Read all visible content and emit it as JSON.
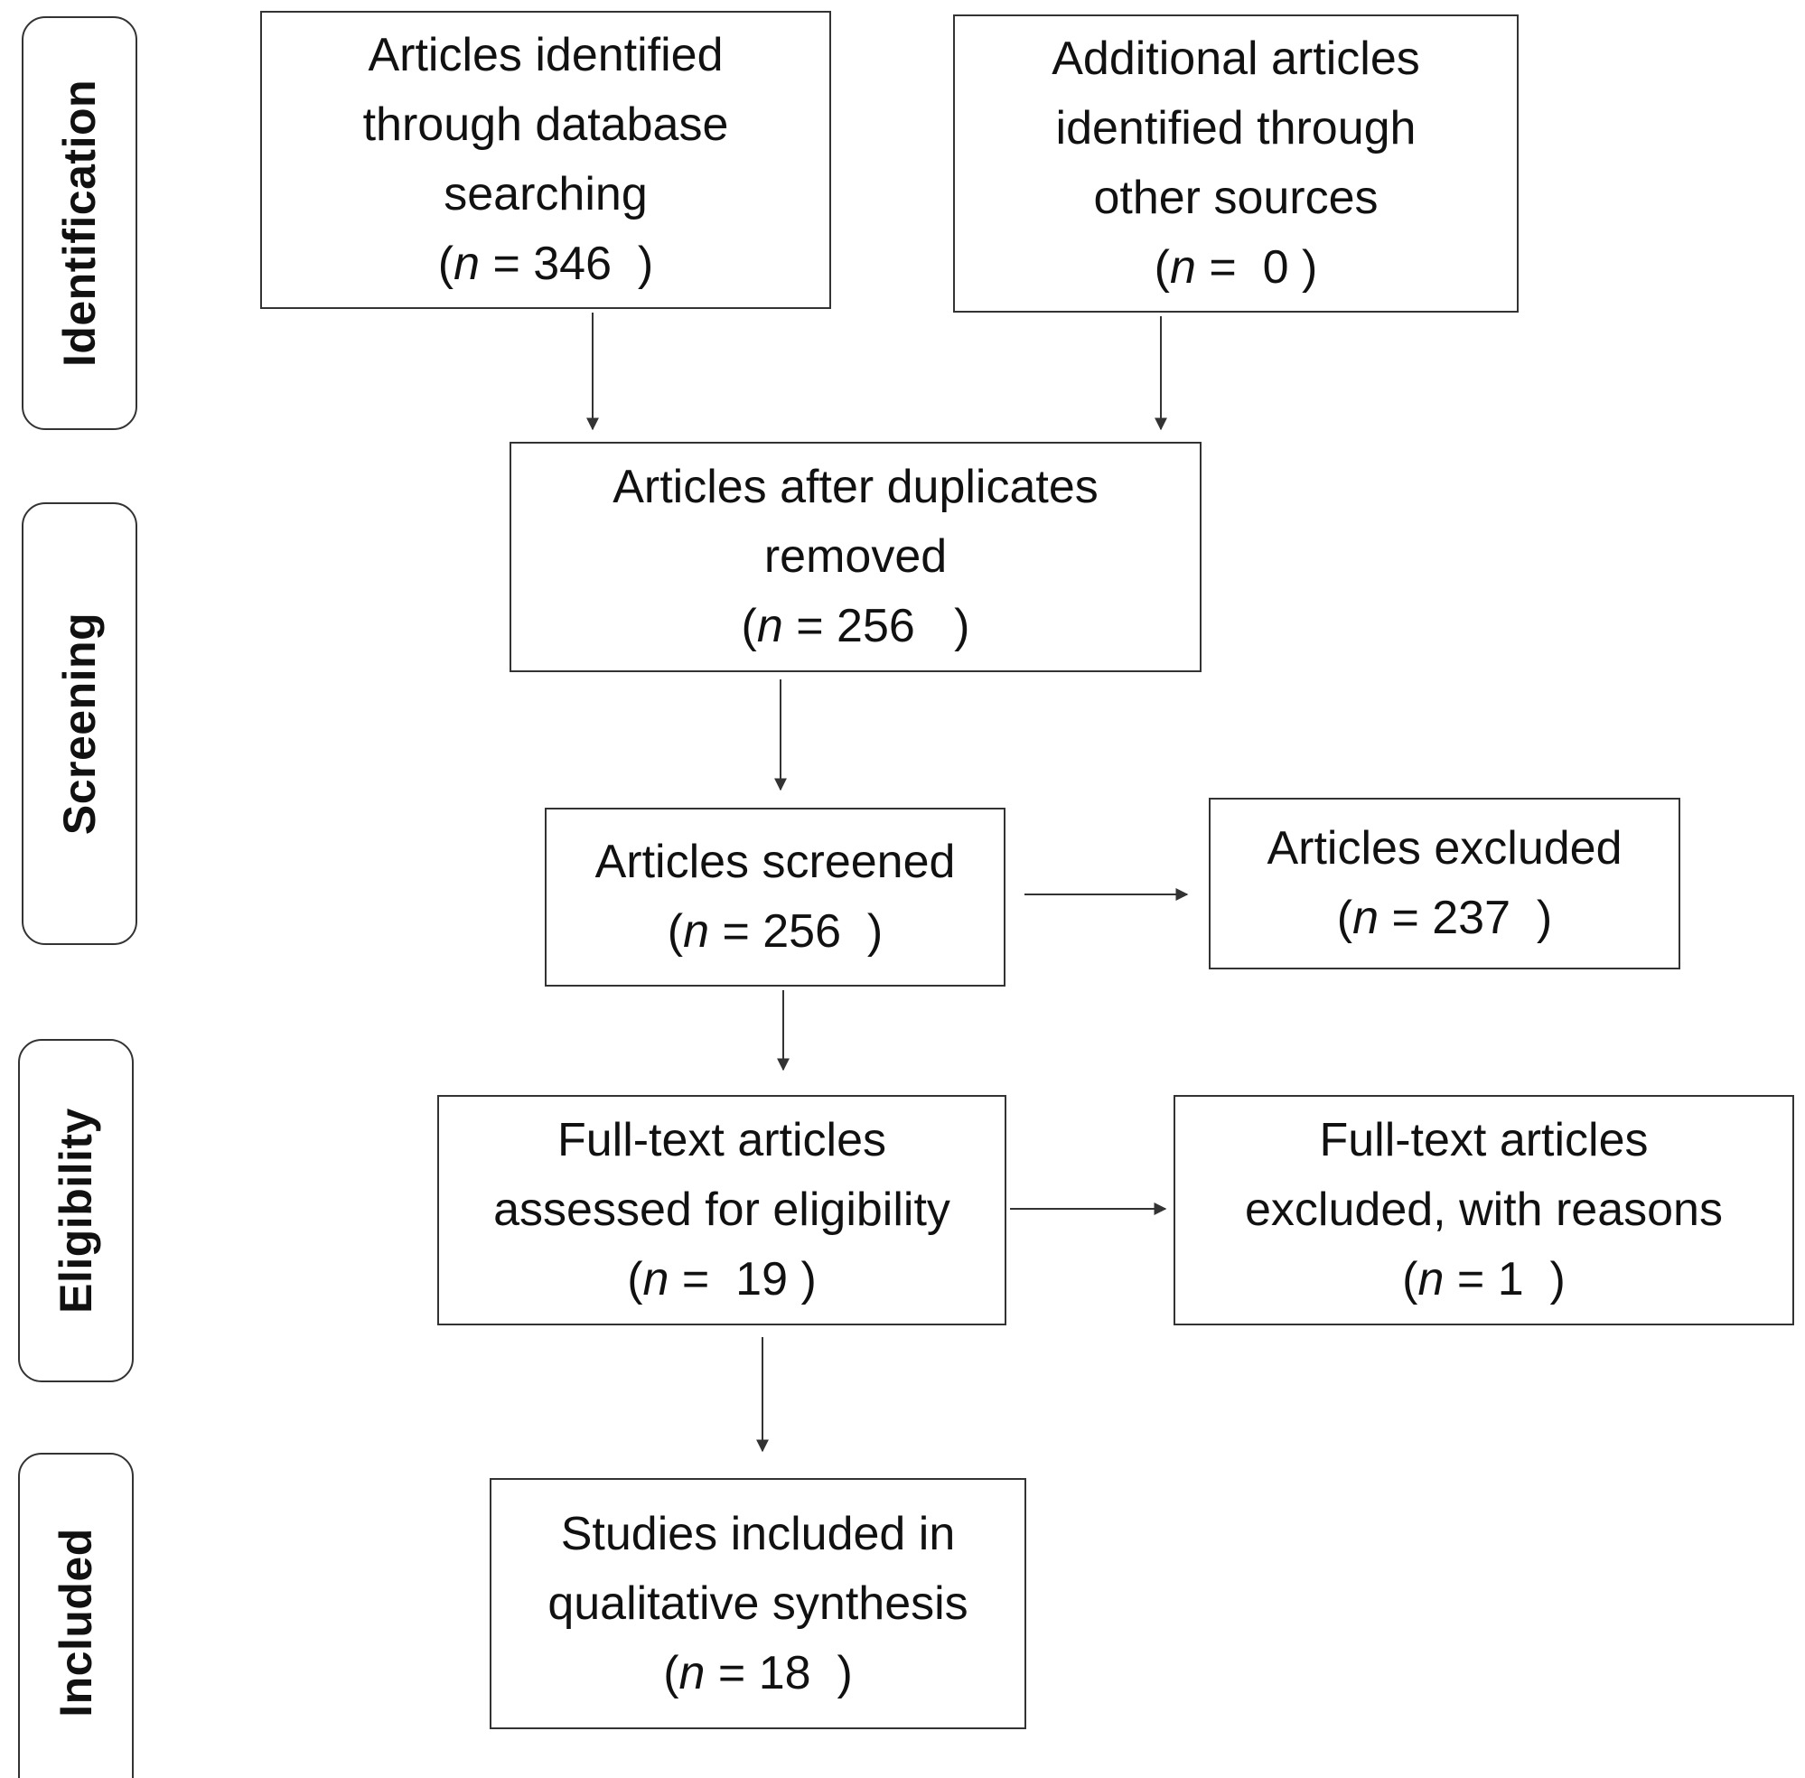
{
  "stages": {
    "identification": "Identification",
    "screening": "Screening",
    "eligibility": "Eligibility",
    "included": "Included"
  },
  "boxes": {
    "database": {
      "lines": [
        "Articles identified",
        "through database",
        "searching"
      ],
      "n_label": "n",
      "count": "346"
    },
    "other_sources": {
      "lines": [
        "Additional articles",
        "identified through",
        "other sources"
      ],
      "n_label": "n",
      "count": "0"
    },
    "duplicates_removed": {
      "lines": [
        "Articles after duplicates",
        "removed"
      ],
      "n_label": "n",
      "count": "256"
    },
    "screened": {
      "lines": [
        "Articles screened"
      ],
      "n_label": "n",
      "count": "256"
    },
    "excluded": {
      "lines": [
        "Articles excluded"
      ],
      "n_label": "n",
      "count": "237"
    },
    "full_text_assessed": {
      "lines": [
        "Full-text articles",
        "assessed for eligibility"
      ],
      "n_label": "n",
      "count": "19"
    },
    "full_text_excluded": {
      "lines": [
        "Full-text articles",
        "excluded, with reasons"
      ],
      "n_label": "n",
      "count": "1"
    },
    "included_studies": {
      "lines": [
        "Studies included in",
        "qualitative synthesis"
      ],
      "n_label": "n",
      "count": "18"
    }
  }
}
